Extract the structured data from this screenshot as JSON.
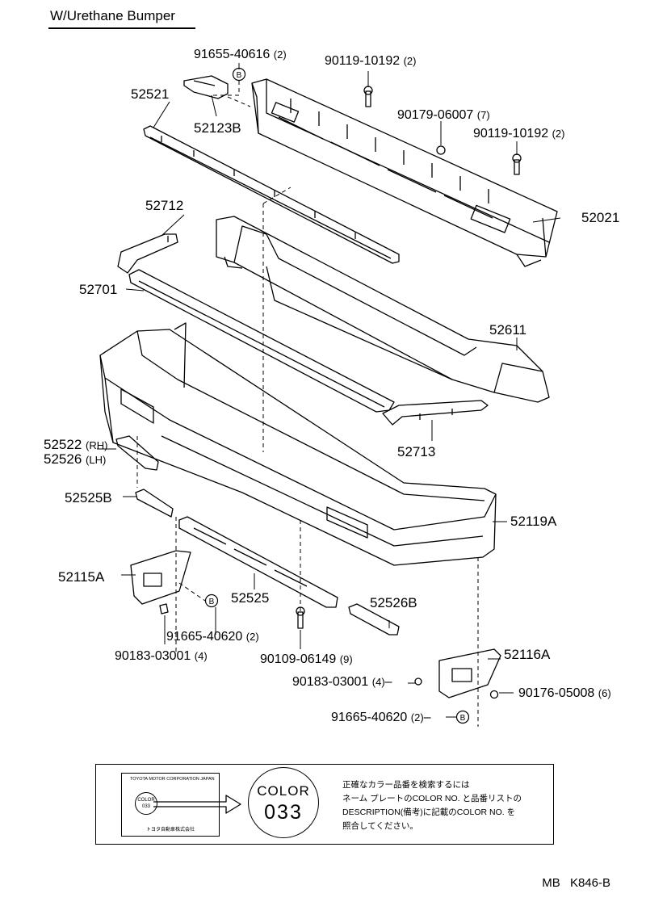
{
  "title": "W/Urethane Bumper",
  "parts": [
    {
      "id": "91655-40616",
      "qty": "(2)"
    },
    {
      "id": "90119-10192",
      "qty": "(2)"
    },
    {
      "id": "52521",
      "qty": ""
    },
    {
      "id": "52123B",
      "qty": ""
    },
    {
      "id": "90179-06007",
      "qty": "(7)"
    },
    {
      "id": "90119-10192",
      "qty": "(2)"
    },
    {
      "id": "52712",
      "qty": ""
    },
    {
      "id": "52021",
      "qty": ""
    },
    {
      "id": "52701",
      "qty": ""
    },
    {
      "id": "52611",
      "qty": ""
    },
    {
      "id": "52522",
      "qty": "(RH)"
    },
    {
      "id": "52526",
      "qty": "(LH)"
    },
    {
      "id": "52713",
      "qty": ""
    },
    {
      "id": "52525B",
      "qty": ""
    },
    {
      "id": "52119A",
      "qty": ""
    },
    {
      "id": "52115A",
      "qty": ""
    },
    {
      "id": "52525",
      "qty": ""
    },
    {
      "id": "52526B",
      "qty": ""
    },
    {
      "id": "91665-40620",
      "qty": "(2)"
    },
    {
      "id": "90183-03001",
      "qty": "(4)"
    },
    {
      "id": "90109-06149",
      "qty": "(9)"
    },
    {
      "id": "52116A",
      "qty": ""
    },
    {
      "id": "90183-03001",
      "qty": "(4)"
    },
    {
      "id": "90176-05008",
      "qty": "(6)"
    },
    {
      "id": "91665-40620",
      "qty": "(2)"
    }
  ],
  "ref_marker": "B",
  "note": {
    "plate_top": "TOYOTA MOTOR CORPORATION JAPAN",
    "plate_color_word": "COLOR",
    "plate_color_num": "033",
    "plate_bottom": "トヨタ自動車株式会社",
    "color_word": "COLOR",
    "color_num": "033",
    "jp_lines": [
      "正確なカラー品番を検索するには",
      "ネーム プレートのCOLOR NO. と品番リストの",
      "DESCRIPTION(備考)に記載のCOLOR NO. を",
      "照合してください。"
    ]
  },
  "footer": "MB K846-B"
}
